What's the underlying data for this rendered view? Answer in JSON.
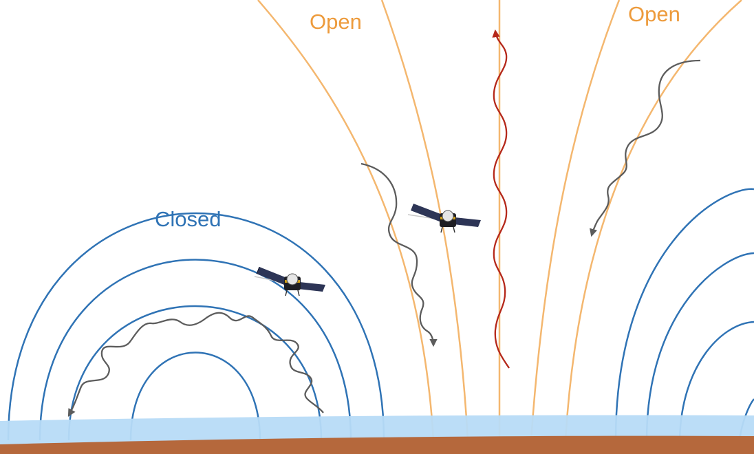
{
  "labels": {
    "open_left": "Open",
    "open_right": "Open",
    "closed": "Closed"
  },
  "colors": {
    "closed_field": "#2f73b5",
    "open_field": "#f4b76f",
    "open_label": "#ed9b3c",
    "escaping_wave": "#b5281a",
    "particle_path": "#5c5c5c",
    "atmosphere": "#b7dbf7",
    "surface": "#b5683c"
  },
  "icons": {
    "spacecraft": "spacecraft-icon"
  }
}
